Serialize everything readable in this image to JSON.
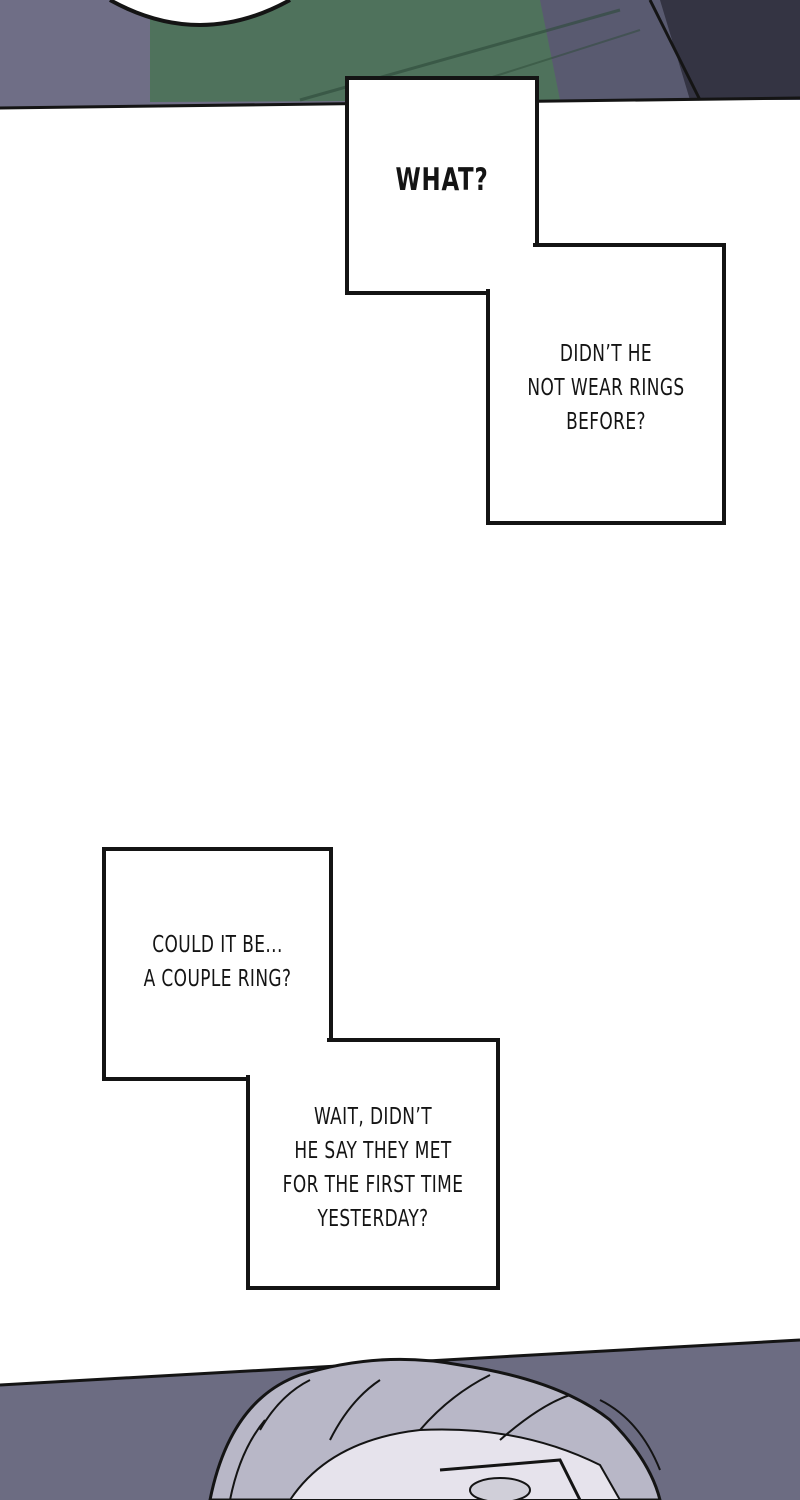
{
  "panels": {
    "top": {
      "description_icon": "scene-top-panel-icon"
    },
    "bottom": {
      "description_icon": "character-face-icon"
    }
  },
  "captions": {
    "group1": {
      "line1": "WHAT?",
      "line2": "DIDN’T HE\nNOT WEAR RINGS\nBEFORE?"
    },
    "group2": {
      "line1": "COULD IT BE...\nA COUPLE RING?",
      "line2": "WAIT, DIDN’T\nHE SAY THEY MET\nFOR THE FIRST TIME\nYESTERDAY?"
    }
  },
  "colors": {
    "panel_gray": "#6e6e86",
    "panel_dark": "#3a3a4a",
    "desk_green": "#4a6e58",
    "skin": "#e7e4ec",
    "hair": "#b7b6c6",
    "outline": "#141414",
    "paper": "#ffffff"
  }
}
